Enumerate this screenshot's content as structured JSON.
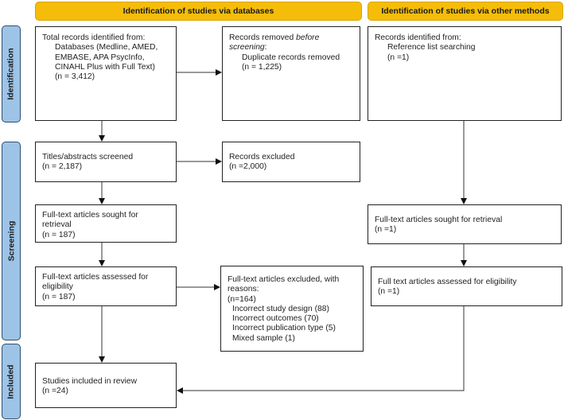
{
  "headers": {
    "databases": "Identification of studies via databases",
    "other": "Identification of studies via other methods"
  },
  "phases": {
    "identification": "Identification",
    "screening": "Screening",
    "included": "Included"
  },
  "boxes": {
    "total_records": {
      "line1": "Total records identified from:",
      "line2": "Databases (Medline, AMED,",
      "line3": "EMBASE, APA PsycInfo,",
      "line4": "CINAHL Plus with Full Text)",
      "line5": "(n = 3,412)"
    },
    "removed": {
      "line1": "Records removed ",
      "line1_em": "before",
      "line2_em": "screening",
      "line2": ":",
      "line3": "Duplicate records removed",
      "line4": "(n = 1,225)"
    },
    "other_identified": {
      "line1": "Records identified from:",
      "line2": "Reference list searching",
      "line3": "(n =1)"
    },
    "screened": {
      "line1": "Titles/abstracts screened",
      "line2": "(n = 2,187)"
    },
    "excluded": {
      "line1": "Records excluded",
      "line2": "(n =2,000)"
    },
    "sought": {
      "line1": "Full-text articles sought for",
      "line2": "retrieval",
      "line3": "(n = 187)"
    },
    "other_sought": {
      "line1": "Full-text articles sought for retrieval",
      "line2": "(n =1)"
    },
    "assessed": {
      "line1": "Full-text articles assessed for",
      "line2": "eligibility",
      "line3": "(n = 187)"
    },
    "ft_excluded": {
      "line1": "Full-text articles excluded, with",
      "line2": "reasons:",
      "line3": "(n=164)",
      "reasons": [
        "Incorrect study design (88)",
        "Incorrect outcomes (70)",
        "Incorrect publication type (5)",
        "Mixed sample (1)"
      ]
    },
    "other_assessed": {
      "line1": "Full text articles assessed for eligibility",
      "line2": "(n =1)"
    },
    "included": {
      "line1": "Studies included in review",
      "line2": "(n =24)"
    }
  },
  "colors": {
    "header": "#F5BD0A",
    "phase": "#9DC3E6",
    "phase_border": "#2F4F6F"
  }
}
